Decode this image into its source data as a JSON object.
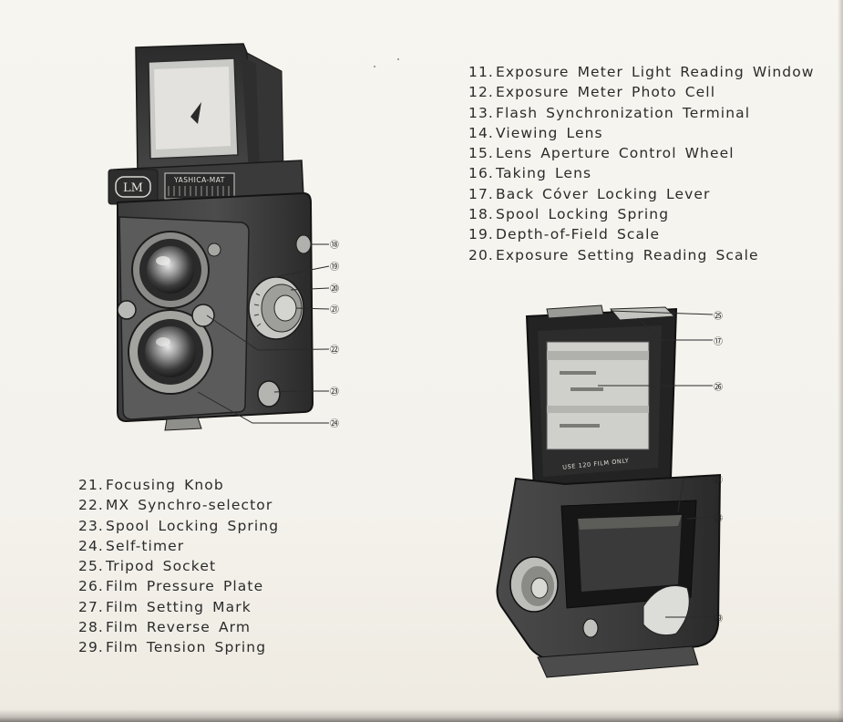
{
  "legend_top": [
    {
      "num": "11.",
      "label": "Exposure Meter Light Reading Window"
    },
    {
      "num": "12.",
      "label": "Exposure Meter Photo Cell"
    },
    {
      "num": "13.",
      "label": "Flash Synchronization Terminal"
    },
    {
      "num": "14.",
      "label": "Viewing Lens"
    },
    {
      "num": "15.",
      "label": "Lens Aperture Control Wheel"
    },
    {
      "num": "16.",
      "label": "Taking Lens"
    },
    {
      "num": "17.",
      "label": "Back Cóver Locking Lever"
    },
    {
      "num": "18.",
      "label": "Spool Locking Spring"
    },
    {
      "num": "19.",
      "label": "Depth-of-Field Scale"
    },
    {
      "num": "20.",
      "label": "Exposure Setting Reading Scale"
    }
  ],
  "legend_bottom": [
    {
      "num": "21.",
      "label": "Focusing Knob"
    },
    {
      "num": "22.",
      "label": "MX Synchro-selector"
    },
    {
      "num": "23.",
      "label": "Spool Locking Spring"
    },
    {
      "num": "24.",
      "label": "Self-timer"
    },
    {
      "num": "25.",
      "label": "Tripod Socket"
    },
    {
      "num": "26.",
      "label": "Film Pressure Plate"
    },
    {
      "num": "27.",
      "label": "Film Setting Mark"
    },
    {
      "num": "28.",
      "label": "Film Reverse Arm"
    },
    {
      "num": "29.",
      "label": "Film Tension Spring"
    }
  ],
  "front_camera": {
    "badge_text": "LM",
    "nameplate_text": "YASHICA-MAT",
    "callouts": [
      "⑱",
      "⑲",
      "⑳",
      "㉑",
      "㉒",
      "㉓",
      "㉔"
    ]
  },
  "back_camera": {
    "plate_text": "USE 120 FILM ONLY",
    "callouts": [
      "㉕",
      "⑰",
      "㉖",
      "㉗",
      "㉘",
      "㉙"
    ]
  }
}
